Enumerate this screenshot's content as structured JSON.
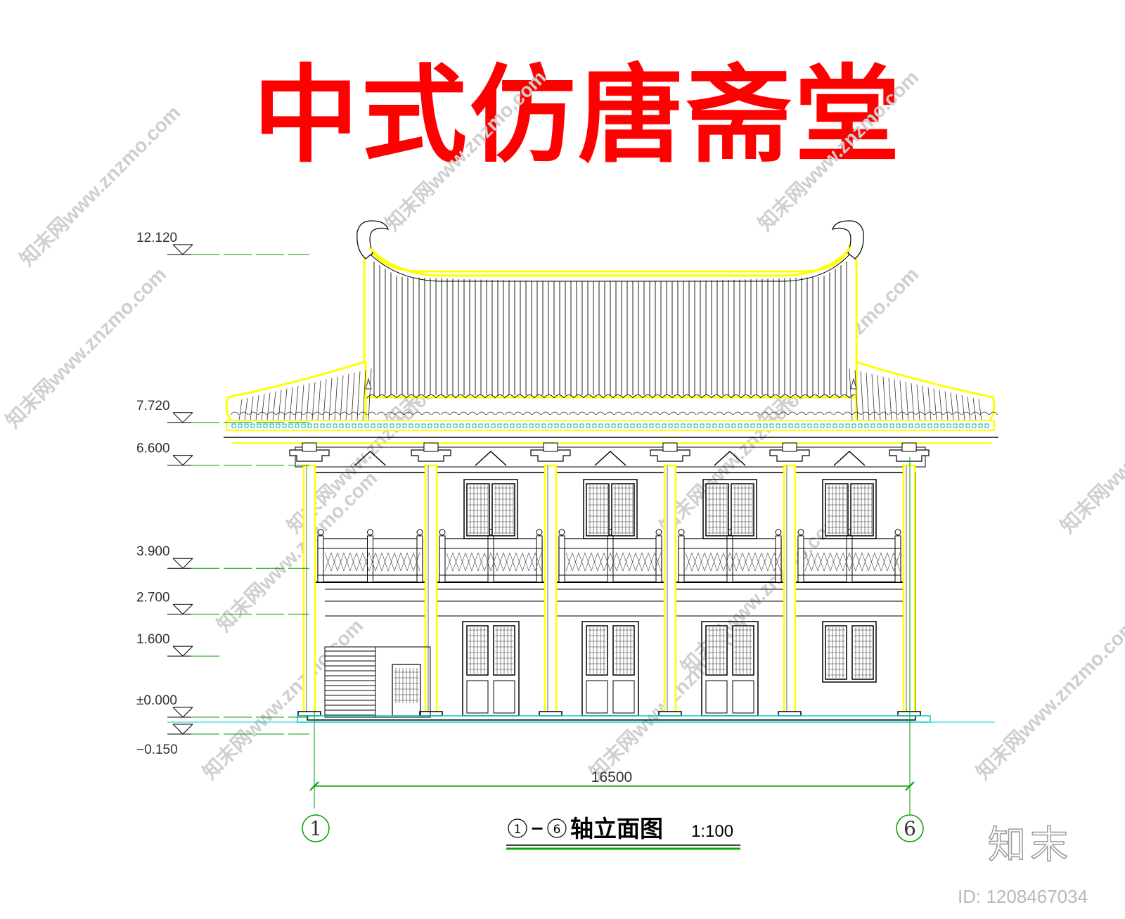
{
  "title": "中式仿唐斋堂",
  "elevation_levels": [
    {
      "label": "12.120",
      "value": 12.12
    },
    {
      "label": "7.720",
      "value": 7.72
    },
    {
      "label": "6.600",
      "value": 6.6
    },
    {
      "label": "3.900",
      "value": 3.9
    },
    {
      "label": "2.700",
      "value": 2.7
    },
    {
      "label": "1.600",
      "value": 1.6
    },
    {
      "label": "±0.000",
      "value": 0.0
    },
    {
      "label": "−0.150",
      "value": -0.15
    }
  ],
  "dimension": {
    "label": "16500",
    "value": 16500
  },
  "axes": {
    "left": "1",
    "right": "6"
  },
  "drawing_caption": {
    "axis_from": "1",
    "dash": "−",
    "axis_to": "6",
    "name": "轴立面图",
    "scale": "1:100"
  },
  "watermark": {
    "text": "知末网www.znzmo.com",
    "logo": "知末",
    "id_text": "ID: 1208467034"
  },
  "colors": {
    "title": "#ff0000",
    "roof_outline": "#ffff00",
    "dimension": "#00a000",
    "ground": "#00cccc",
    "line": "#000000",
    "watermark": "#c8c8c8"
  }
}
